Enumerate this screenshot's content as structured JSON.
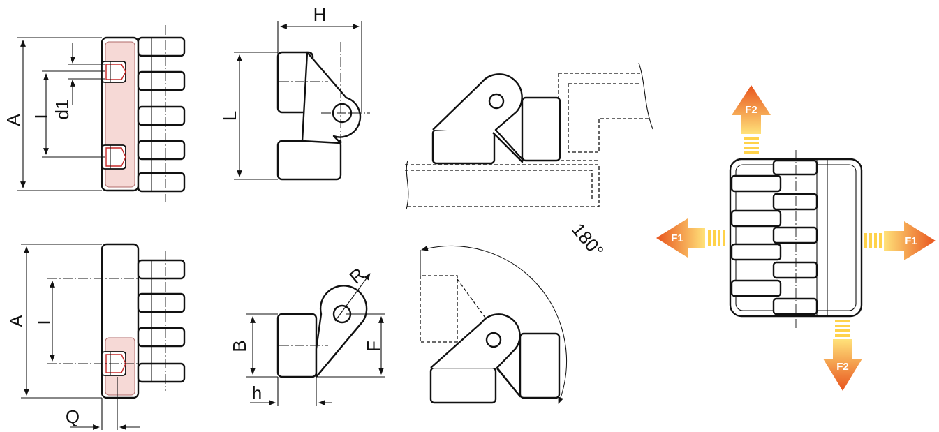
{
  "dimensions": {
    "A": "A",
    "I": "I",
    "d1": "d1",
    "H": "H",
    "L": "L",
    "B": "B",
    "h": "h",
    "R": "R",
    "F": "F",
    "Q": "Q"
  },
  "rotation_angle": "180°",
  "forces": {
    "f1": "F1",
    "f2": "F2"
  },
  "colors": {
    "arrow_light": "#ffd24a",
    "arrow_dark": "#e8541d",
    "highlight": "#f6d9d6"
  }
}
